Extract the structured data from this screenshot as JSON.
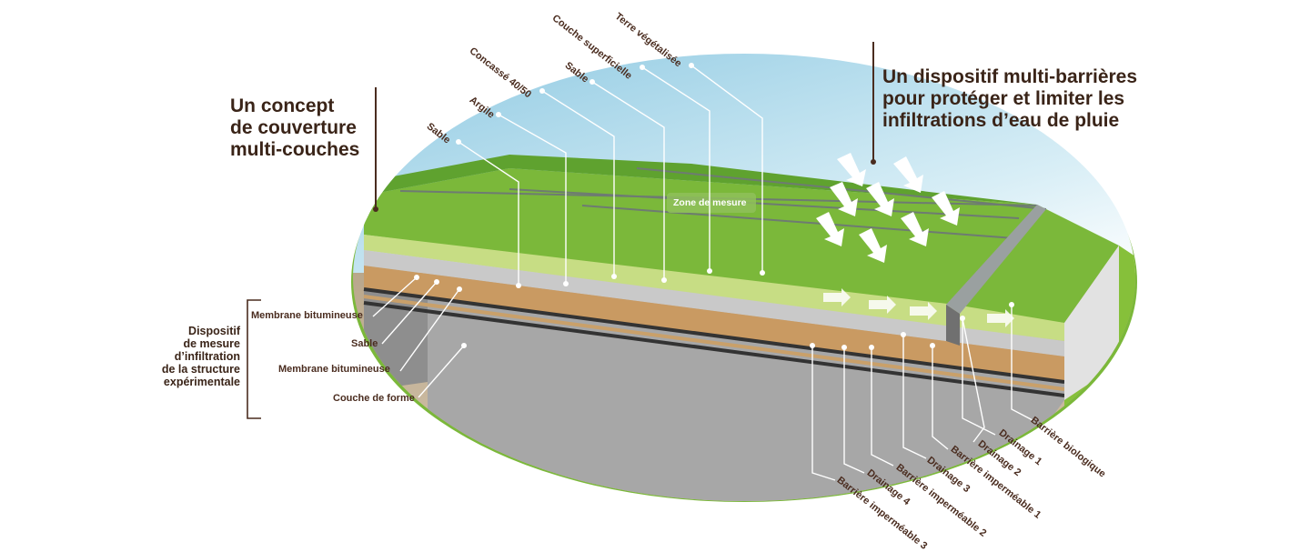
{
  "headings": {
    "left": [
      "Un concept",
      "de couverture",
      "multi-couches"
    ],
    "right": [
      "Un dispositif multi-barrières",
      "pour protéger et limiter les",
      "infiltrations d’eau de pluie"
    ]
  },
  "device_label": [
    "Dispositif",
    "de mesure",
    "d’infiltration",
    "de la structure",
    "expérimentale"
  ],
  "zone_label": "Zone de mesure",
  "top_layers": [
    "Terre végétalisée",
    "Couche superficielle",
    "Sable",
    "Concassé 40/50",
    "Argile",
    "Sable"
  ],
  "left_layers": [
    "Membrane bitumineuse",
    "Sable",
    "Membrane bitumineuse",
    "Couche de forme"
  ],
  "bottom_layers": [
    "Barrière biologique",
    "Drainage 1",
    "Drainage 2",
    "Barrière imperméable 1",
    "Drainage 3",
    "Barrière imperméable 2",
    "Drainage 4",
    "Barrière imperméable 3"
  ],
  "colors": {
    "grass": "#7bb83a",
    "grass_dark": "#5a9a2a",
    "sky": "#a8d4e6",
    "clay": "#c99a62",
    "gravel": "#bdbdbd",
    "subgrade": "#a8a8a8",
    "ground": "#cfbca0",
    "leader": "#ffffff",
    "bracket": "#4a2c1f"
  }
}
